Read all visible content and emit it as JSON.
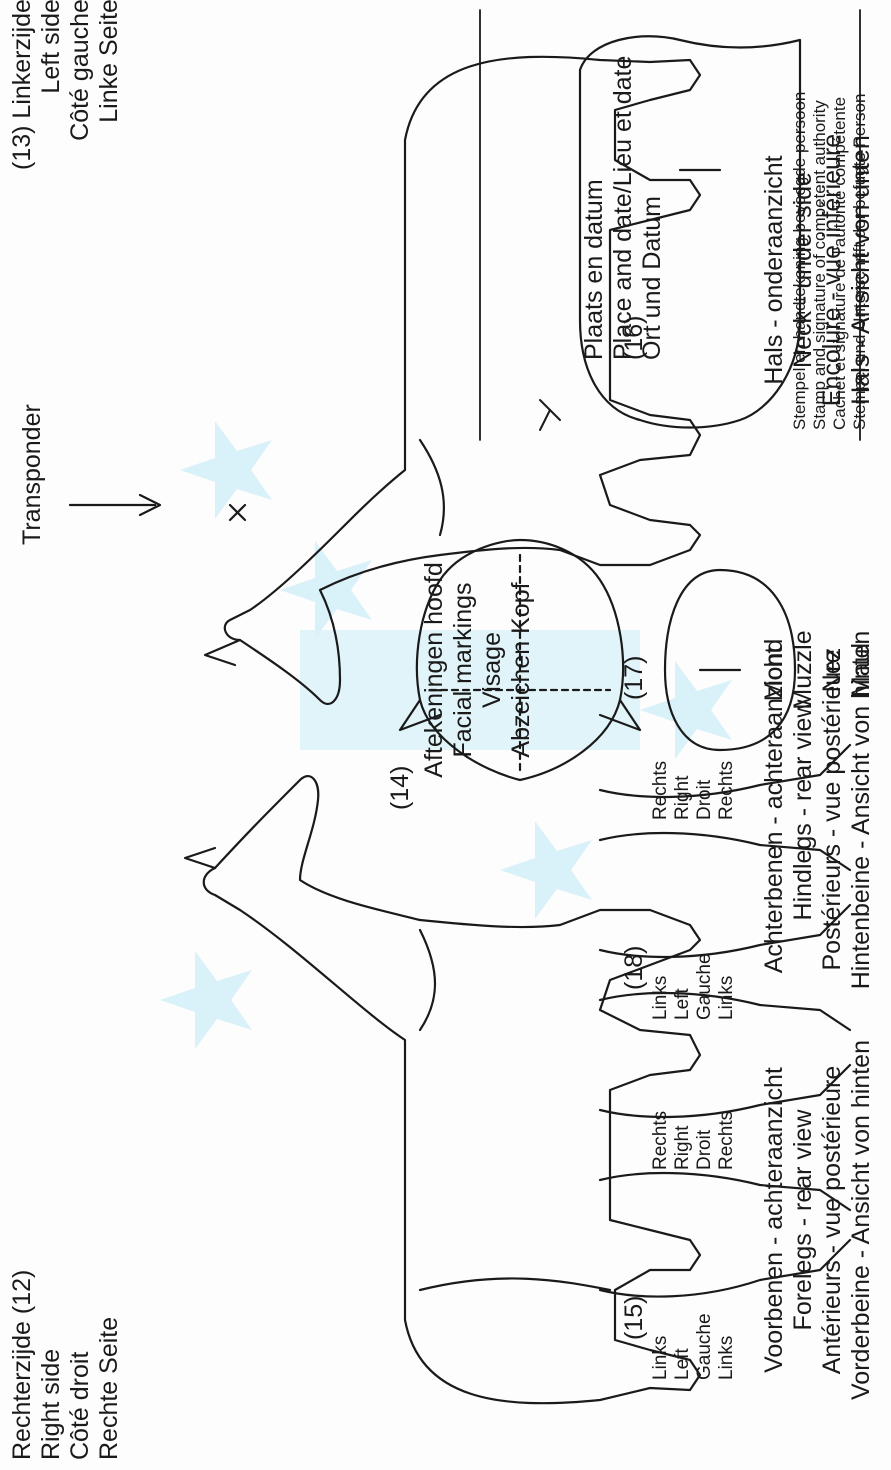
{
  "views": {
    "right_side": {
      "number": "(12)",
      "lines": [
        "Rechterzijde",
        "Right side",
        "Côté droit",
        "Rechte Seite"
      ]
    },
    "left_side": {
      "number": "(13)",
      "lines": [
        "Linkerzijde",
        "Left side",
        "Côté gauche",
        "Linke Seite"
      ]
    },
    "transponder": "Transponder",
    "facial": {
      "number": "(14)",
      "lines": [
        "Aftekeningen hoofd",
        "Facial markings",
        "Visage",
        "Abzeichen Kopf"
      ]
    },
    "forelegs": {
      "number": "(15)",
      "lines": [
        "Voorbenen - achteraanzicht",
        "Forelegs - rear view",
        "Antérieurs - vue postérieure",
        "Vorderbeine - Ansicht von hinten"
      ]
    },
    "neck": {
      "number": "(16)",
      "lines": [
        "Hals - onderaanzicht",
        "Neck - under side",
        "Encolure - vue inférieure",
        "Hals - Ansicht von unten"
      ]
    },
    "muzzle": {
      "number": "(17)",
      "lines": [
        "Mond",
        "Muzzle",
        "Nez",
        "Maul"
      ]
    },
    "hindlegs": {
      "number": "(18)",
      "lines": [
        "Achterbenen - achteraanzicht",
        "Hindlegs - rear view",
        "Postérieurs - vue postérieure",
        "Hintenbeine - Ansicht von hinten"
      ]
    },
    "links": [
      "Links",
      "Left",
      "Gauche",
      "Links"
    ],
    "rechts": [
      "Rechts",
      "Right",
      "Droit",
      "Rechts"
    ]
  },
  "signature": {
    "place_date": [
      "Plaats en datum",
      "Place and date/Lieu et date",
      "Ort und Datum"
    ],
    "stamp": [
      "Stempel en handtekening bevoegde persoon",
      "Stamp and signature of competent authority",
      "Cachet et signature de l'autorité compétente",
      "Stempel und Unterschrift der befugte Person"
    ]
  },
  "colors": {
    "ink": "#1a1a1a",
    "watermark": "#d6f0f7"
  }
}
